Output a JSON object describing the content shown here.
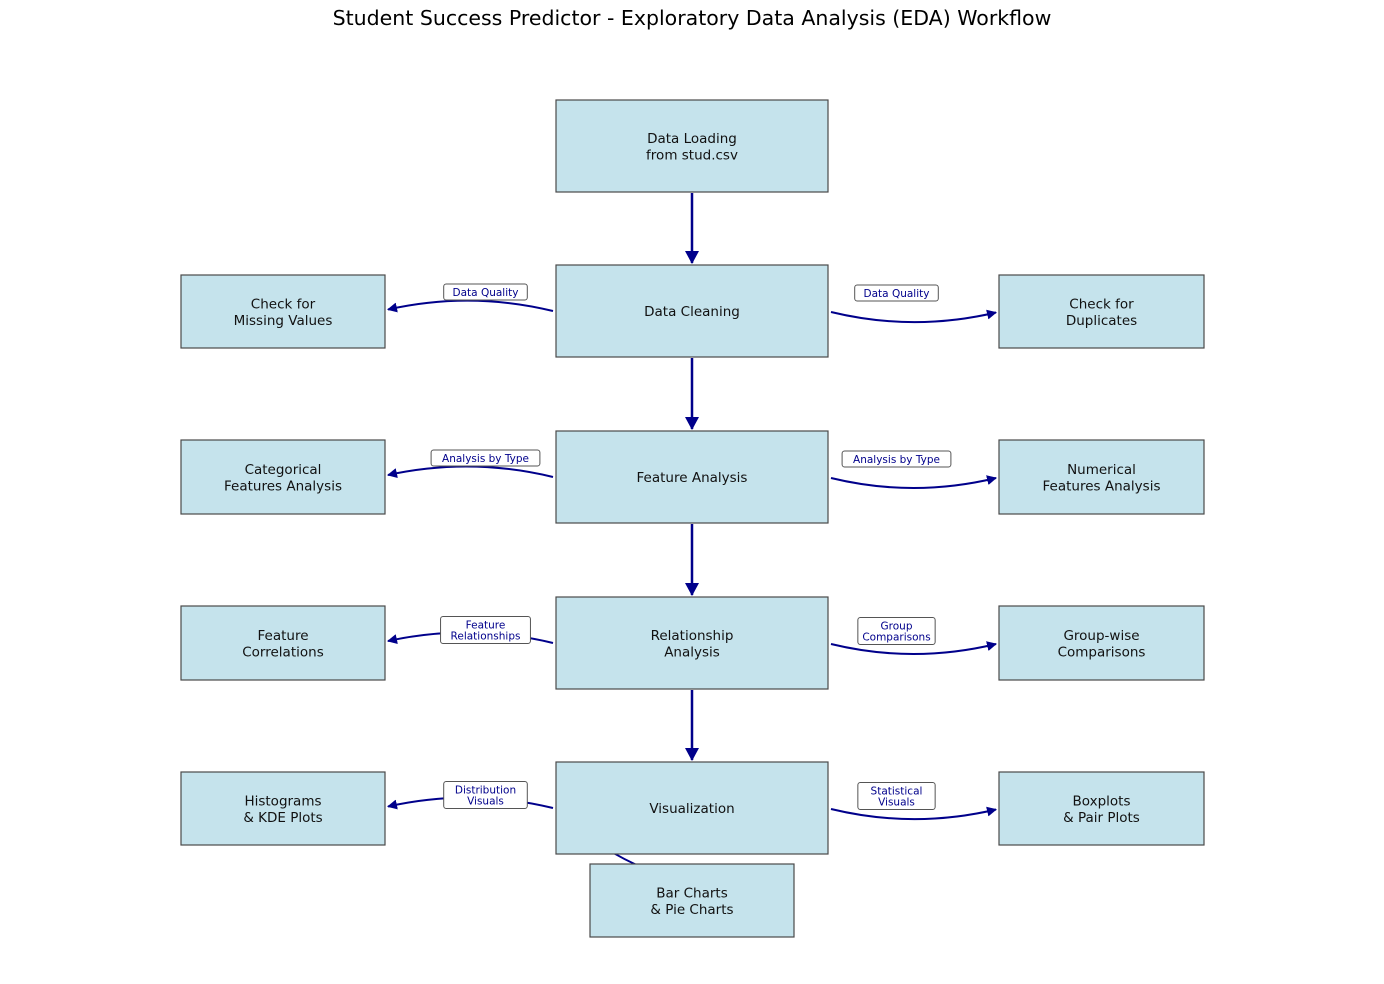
{
  "title": "Student Success Predictor - Exploratory Data Analysis (EDA) Workflow",
  "colors": {
    "node_fill": "#c5e3ec",
    "node_border": "#4a4a4a",
    "edge": "#00008b",
    "edge_label_text": "#00008b"
  },
  "nodes": [
    {
      "id": "data-loading",
      "lines": [
        "Data Loading",
        "from stud.csv"
      ]
    },
    {
      "id": "data-cleaning",
      "lines": [
        "Data Cleaning"
      ]
    },
    {
      "id": "feature-analysis",
      "lines": [
        "Feature Analysis"
      ]
    },
    {
      "id": "relationship-analysis",
      "lines": [
        "Relationship",
        "Analysis"
      ]
    },
    {
      "id": "visualization",
      "lines": [
        "Visualization"
      ]
    },
    {
      "id": "missing-values",
      "lines": [
        "Check for",
        "Missing Values"
      ]
    },
    {
      "id": "duplicates",
      "lines": [
        "Check for",
        "Duplicates"
      ]
    },
    {
      "id": "categorical",
      "lines": [
        "Categorical",
        "Features Analysis"
      ]
    },
    {
      "id": "numerical",
      "lines": [
        "Numerical",
        "Features Analysis"
      ]
    },
    {
      "id": "correlations",
      "lines": [
        "Feature",
        "Correlations"
      ]
    },
    {
      "id": "groupwise",
      "lines": [
        "Group-wise",
        "Comparisons"
      ]
    },
    {
      "id": "histograms",
      "lines": [
        "Histograms",
        "& KDE Plots"
      ]
    },
    {
      "id": "boxplots",
      "lines": [
        "Boxplots",
        "& Pair Plots"
      ]
    },
    {
      "id": "barcharts",
      "lines": [
        "Bar Charts",
        "& Pie Charts"
      ]
    }
  ],
  "edges": [
    {
      "from": "data-loading",
      "to": "data-cleaning",
      "label": []
    },
    {
      "from": "data-cleaning",
      "to": "feature-analysis",
      "label": []
    },
    {
      "from": "feature-analysis",
      "to": "relationship-analysis",
      "label": []
    },
    {
      "from": "relationship-analysis",
      "to": "visualization",
      "label": []
    },
    {
      "from": "data-cleaning",
      "to": "missing-values",
      "label": [
        "Data Quality"
      ]
    },
    {
      "from": "data-cleaning",
      "to": "duplicates",
      "label": [
        "Data Quality"
      ]
    },
    {
      "from": "feature-analysis",
      "to": "categorical",
      "label": [
        "Analysis by Type"
      ]
    },
    {
      "from": "feature-analysis",
      "to": "numerical",
      "label": [
        "Analysis by Type"
      ]
    },
    {
      "from": "relationship-analysis",
      "to": "correlations",
      "label": [
        "Feature",
        "Relationships"
      ]
    },
    {
      "from": "relationship-analysis",
      "to": "groupwise",
      "label": [
        "Group",
        "Comparisons"
      ]
    },
    {
      "from": "visualization",
      "to": "histograms",
      "label": [
        "Distribution",
        "Visuals"
      ]
    },
    {
      "from": "visualization",
      "to": "boxplots",
      "label": [
        "Statistical",
        "Visuals"
      ]
    },
    {
      "from": "visualization",
      "to": "barcharts",
      "label": []
    }
  ]
}
